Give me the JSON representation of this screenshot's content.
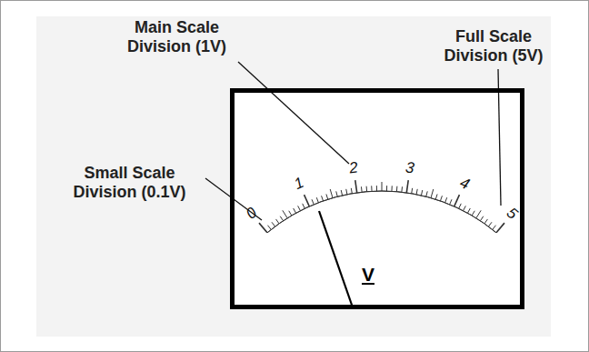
{
  "diagram": {
    "nodes": [
      {
        "text": [
          "0",
          "1",
          "2",
          "3",
          "4",
          "5",
          "V"
        ]
      }
    ],
    "labels": [
      "Small Scale Division (0.1V)",
      "Main Scale Division (1V)",
      "Full Scale Division (5V)"
    ]
  }
}
